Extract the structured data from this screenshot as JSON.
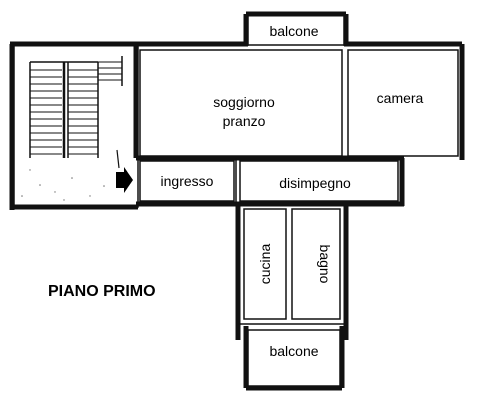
{
  "plan": {
    "floor_title": "PIANO PRIMO",
    "rooms": {
      "balcone_top": "balcone",
      "soggiorno_line1": "soggiorno",
      "soggiorno_line2": "pranzo",
      "camera": "camera",
      "ingresso": "ingresso",
      "disimpegno": "disimpegno",
      "cucina": "cucina",
      "bagno": "bagno",
      "balcone_bottom": "balcone"
    },
    "icons": {
      "entry_arrow": "entry-arrow-icon",
      "stairs": "staircase-icon"
    }
  }
}
